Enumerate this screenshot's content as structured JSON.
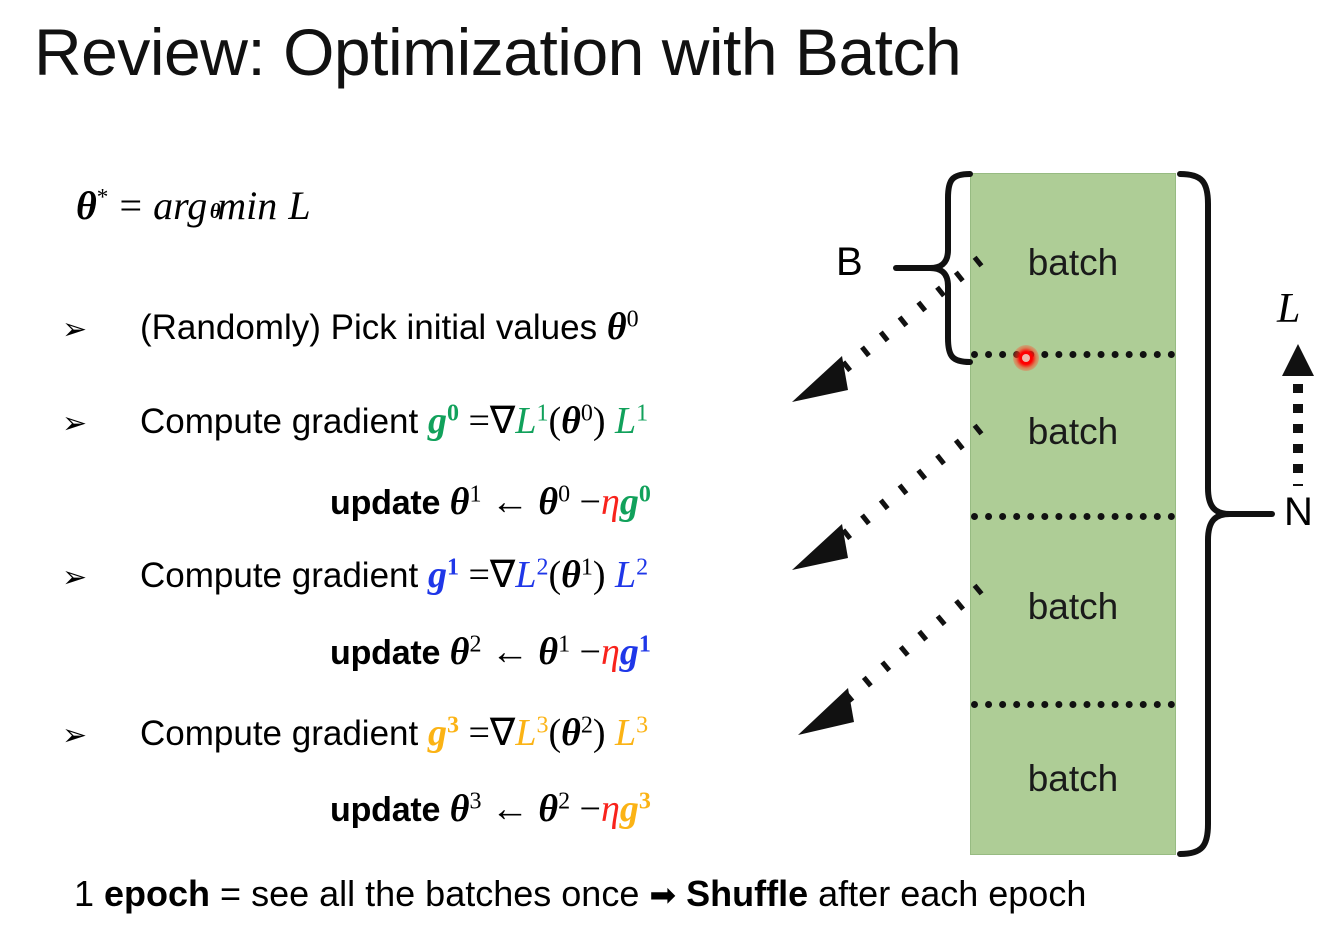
{
  "slide": {
    "title": "Review: Optimization with Batch",
    "background_color": "#ffffff"
  },
  "colors": {
    "green": "#11a15b",
    "blue": "#1f37e8",
    "amber": "#fbb315",
    "red": "#f8231c",
    "batch_fill": "#aecd96",
    "cursor": "#ff0000"
  },
  "objective": {
    "theta": "θ",
    "star": "*",
    "equals": "=",
    "argmin": "arg min",
    "under": "θ",
    "loss": "L"
  },
  "steps": [
    {
      "bullet": "➢",
      "text": "(Randomly) Pick initial values ",
      "math": "θ",
      "sup": "0"
    },
    {
      "bullet": "➢",
      "text": "Compute gradient ",
      "g": "g",
      "g_sup": "0",
      "equals": "=",
      "grad": "∇",
      "L": "L",
      "L_sup": "1",
      "arg_open": "(",
      "arg_theta": "θ",
      "arg_sup": "0",
      "arg_close": ")",
      "trailing_L": "L",
      "trailing_sup": "1",
      "color": "#11a15b"
    },
    {
      "bullet": "➢",
      "text": "Compute gradient ",
      "g": "g",
      "g_sup": "1",
      "equals": "=",
      "grad": "∇",
      "L": "L",
      "L_sup": "2",
      "arg_open": "(",
      "arg_theta": "θ",
      "arg_sup": "1",
      "arg_close": ")",
      "trailing_L": "L",
      "trailing_sup": "2",
      "color": "#1f37e8"
    },
    {
      "bullet": "➢",
      "text": "Compute gradient ",
      "g": "g",
      "g_sup": "3",
      "equals": "=",
      "grad": "∇",
      "L": "L",
      "L_sup": "3",
      "arg_open": "(",
      "arg_theta": "θ",
      "arg_sup": "2",
      "arg_close": ")",
      "trailing_L": "L",
      "trailing_sup": "3",
      "color": "#fbb315"
    }
  ],
  "updates": [
    {
      "label": "update",
      "lhs_theta": "θ",
      "lhs_sup": "1",
      "arrow": "←",
      "rhs_theta": "θ",
      "rhs_sup": "0",
      "minus": "−",
      "eta": "η",
      "g": "g",
      "g_sup": "0",
      "g_color": "#11a15b"
    },
    {
      "label": "update",
      "lhs_theta": "θ",
      "lhs_sup": "2",
      "arrow": "←",
      "rhs_theta": "θ",
      "rhs_sup": "1",
      "minus": "−",
      "eta": "η",
      "g": "g",
      "g_sup": "1",
      "g_color": "#1f37e8"
    },
    {
      "label": "update",
      "lhs_theta": "θ",
      "lhs_sup": "3",
      "arrow": "←",
      "rhs_theta": "θ",
      "rhs_sup": "2",
      "minus": "−",
      "eta": "η",
      "g": "g",
      "g_sup": "3",
      "g_color": "#fbb315"
    }
  ],
  "footer": {
    "count": "1 ",
    "epoch_word": "epoch",
    "middle": " = see all the batches once",
    "arrow": "➡",
    "shuffle_word": "Shuffle",
    "tail": " after each epoch"
  },
  "diagram": {
    "batch_labels": [
      "batch",
      "batch",
      "batch",
      "batch"
    ],
    "brace_B_label": "B",
    "brace_N_label": "N",
    "axis_L_label": "L"
  }
}
